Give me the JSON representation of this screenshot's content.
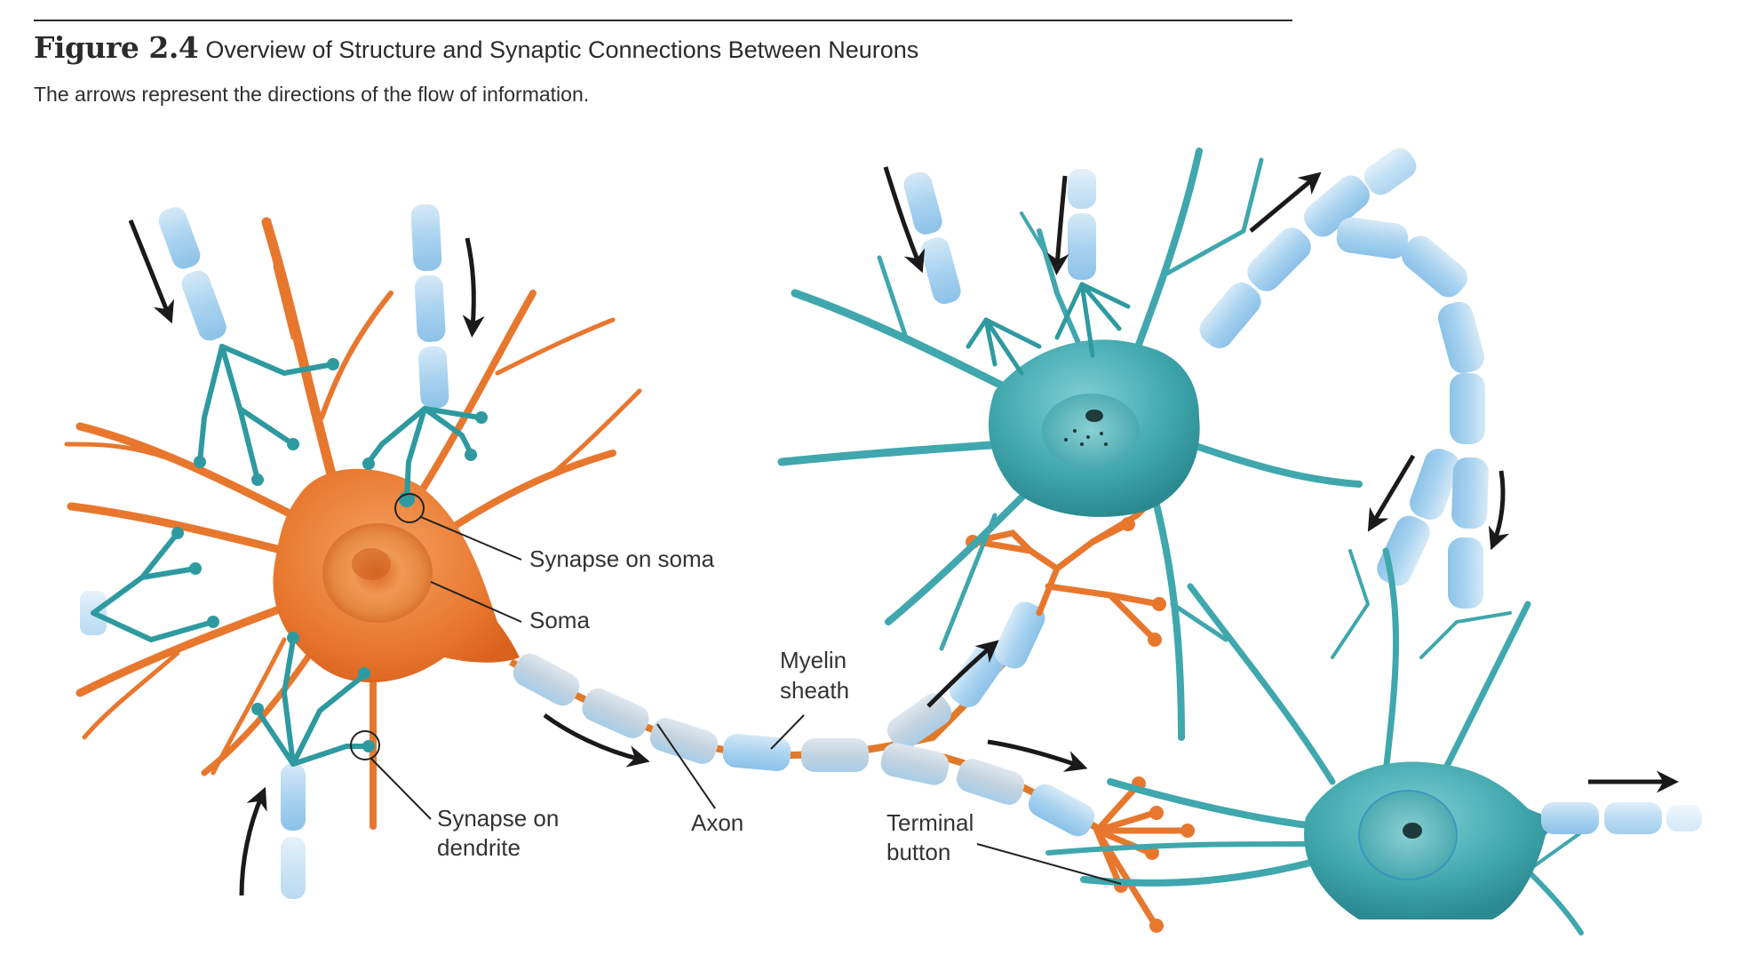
{
  "figure": {
    "number": "Figure 2.4",
    "title": "Overview of Structure and Synaptic Connections Between Neurons",
    "caption": "The arrows represent the directions of the flow of information."
  },
  "labels": {
    "synapse_on_soma": "Synapse on soma",
    "soma": "Soma",
    "myelin_sheath": [
      "Myelin",
      "sheath"
    ],
    "synapse_on_dendrite": [
      "Synapse on",
      "dendrite"
    ],
    "axon": "Axon",
    "terminal_button": [
      "Terminal",
      "button"
    ]
  },
  "colors": {
    "presynaptic_neuron": "#e8772e",
    "presynaptic_neuron_light": "#f2a46a",
    "postsynaptic_neuron": "#3fa7ad",
    "postsynaptic_neuron_dark": "#2e8f96",
    "myelin": "#a9d3f0",
    "myelin_grey": "#c3d3df",
    "node_orange": "#e07a2a",
    "arrow": "#1a1a1a",
    "leader_line": "#222222"
  },
  "icons": {
    "flow_arrow": "flow-direction-arrow-icon",
    "synapse_marker": "synapse-circle-marker"
  }
}
